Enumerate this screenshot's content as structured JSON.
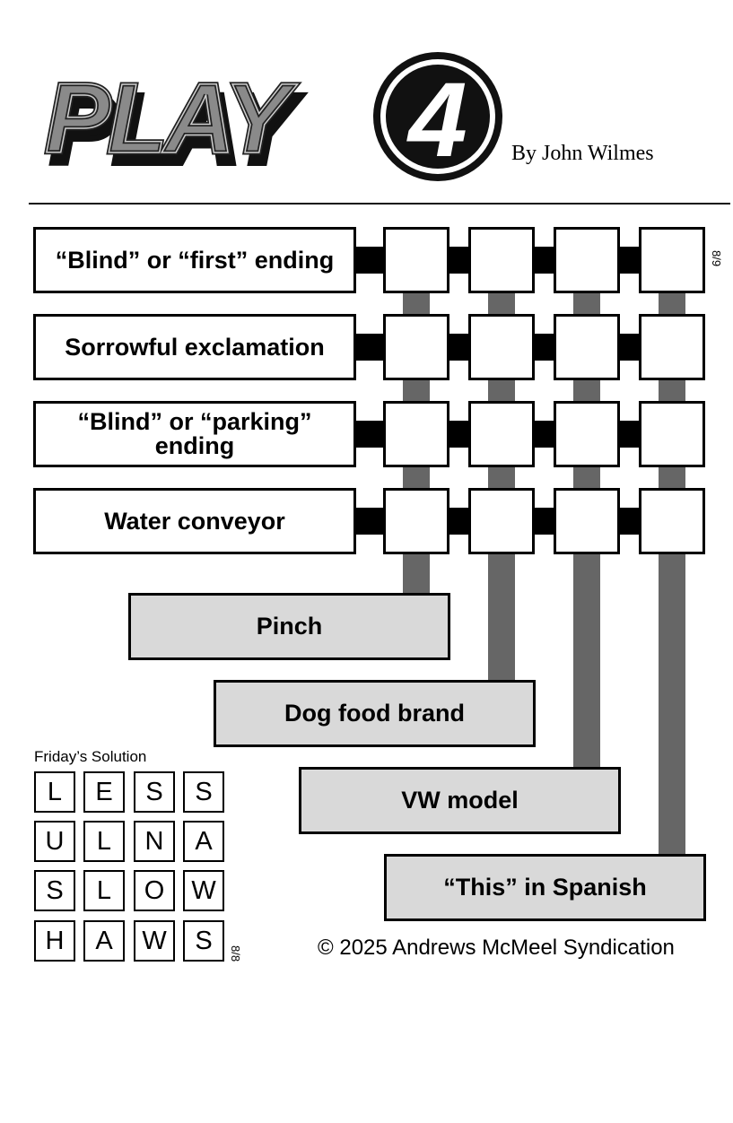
{
  "header": {
    "logo_text": "PLAY4",
    "byline": "By John Wilmes"
  },
  "date_label": "8/9",
  "across_clues": [
    "“Blind” or “first” ending",
    "Sorrowful exclamation",
    "“Blind” or “parking” ending",
    "Water conveyor"
  ],
  "down_clues": [
    "Pinch",
    "Dog food brand",
    "VW model",
    "“This” in Spanish"
  ],
  "solution": {
    "title": "Friday’s Solution",
    "date_label": "8/8",
    "rows": [
      [
        "L",
        "E",
        "S",
        "S"
      ],
      [
        "U",
        "L",
        "N",
        "A"
      ],
      [
        "S",
        "L",
        "O",
        "W"
      ],
      [
        "H",
        "A",
        "W",
        "S"
      ]
    ]
  },
  "copyright": "© 2025 Andrews McMeel Syndication",
  "colors": {
    "connector_gray": "#666666",
    "down_clue_fill": "#d9d9d9"
  }
}
